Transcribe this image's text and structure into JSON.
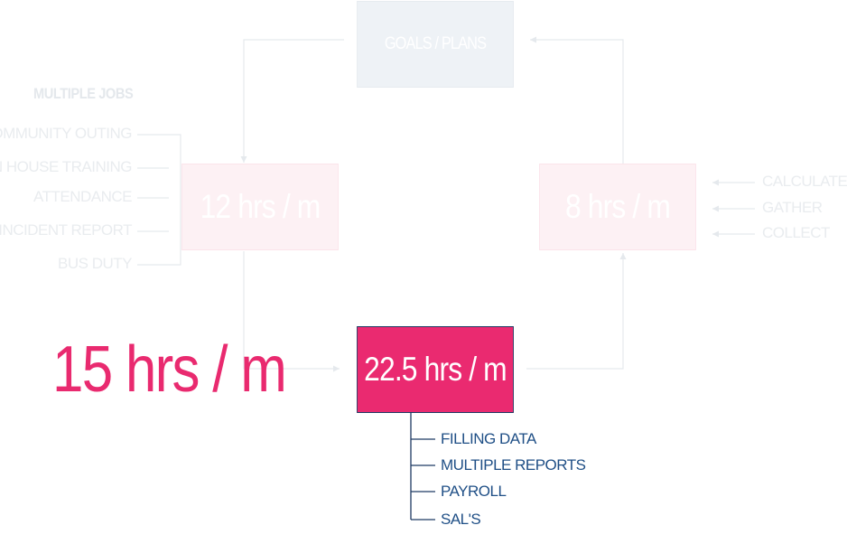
{
  "goals": {
    "label": "GOALS / PLANS"
  },
  "left_box": {
    "value": "12 hrs / m"
  },
  "right_box": {
    "value": "8 hrs / m"
  },
  "center_box": {
    "value": "22.5 hrs / m"
  },
  "highlight": {
    "value": "15 hrs / m"
  },
  "multiple_jobs": {
    "heading": "MULTIPLE JOBS",
    "items": [
      "COMMUNITY OUTING",
      "IN HOUSE TRAINING",
      "ATTENDANCE",
      "INCIDENT REPORT",
      "BUS DUTY"
    ]
  },
  "right_inputs": {
    "items": [
      "CALCULATE",
      "GATHER",
      "COLLECT"
    ]
  },
  "center_tasks": {
    "items": [
      "FILLING DATA",
      "MULTIPLE REPORTS",
      "PAYROLL",
      "SAL'S"
    ]
  },
  "colors": {
    "accent": "#ea2a70",
    "task_text": "#1f4f86",
    "faded": "#e9ecef"
  }
}
